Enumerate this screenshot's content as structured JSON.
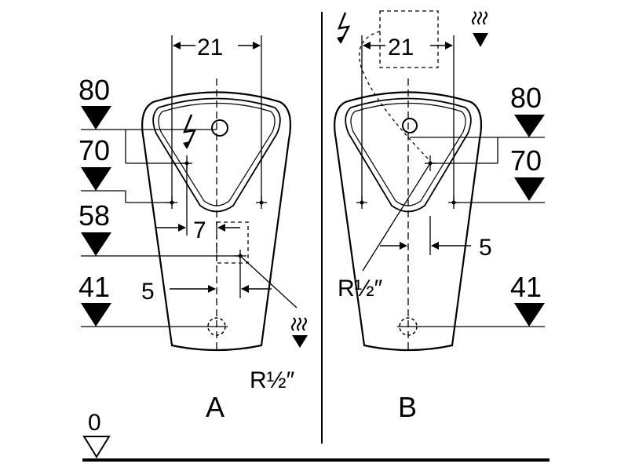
{
  "views": [
    {
      "label": "A",
      "dims": {
        "width_top": "21",
        "inlet_offset": "7",
        "outlet_offset": "5",
        "thread": "R½″"
      },
      "levels": [
        "80",
        "70",
        "58",
        "41"
      ]
    },
    {
      "label": "B",
      "dims": {
        "width_top": "21",
        "outlet_offset": "5",
        "thread": "R½″"
      },
      "levels": [
        "80",
        "70",
        "41"
      ]
    }
  ],
  "floor_level": "0",
  "icons": [
    "power-icon",
    "water-supply-icon",
    "level-marker-icon",
    "pipe-connection-icon"
  ]
}
